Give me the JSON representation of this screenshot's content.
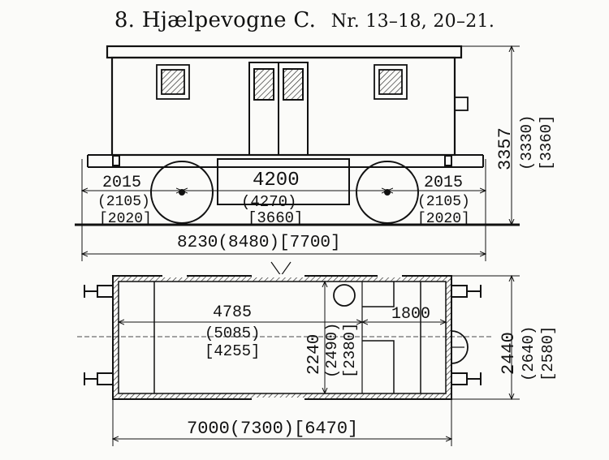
{
  "title": {
    "number": "8.",
    "name": "Hjælpevogne C.",
    "series": "Nr. 13–18, 20–21."
  },
  "side_view": {
    "height_main": "3357",
    "height_alt1": "(3330)",
    "height_alt2": "[3360]",
    "left_overhang": "2015",
    "left_overhang_alt1": "(2105)",
    "left_overhang_alt2": "[2020]",
    "wheelbase": "4200",
    "wheelbase_alt1": "(4270)",
    "wheelbase_alt2": "[3660]",
    "right_overhang": "2015",
    "right_overhang_alt1": "(2105)",
    "right_overhang_alt2": "[2020]",
    "total_length": "8230(8480)[7700]"
  },
  "plan_view": {
    "inner_length": "4785",
    "inner_length_alt1": "(5085)",
    "inner_length_alt2": "[4255]",
    "inner_width": "2240",
    "inner_width_alt1": "(2490)",
    "inner_width_alt2": "[2380]",
    "compartment": "1800",
    "outer_width": "2440",
    "outer_width_alt1": "(2640)",
    "outer_width_alt2": "[2580]",
    "body_length": "7000(7300)[6470]"
  }
}
